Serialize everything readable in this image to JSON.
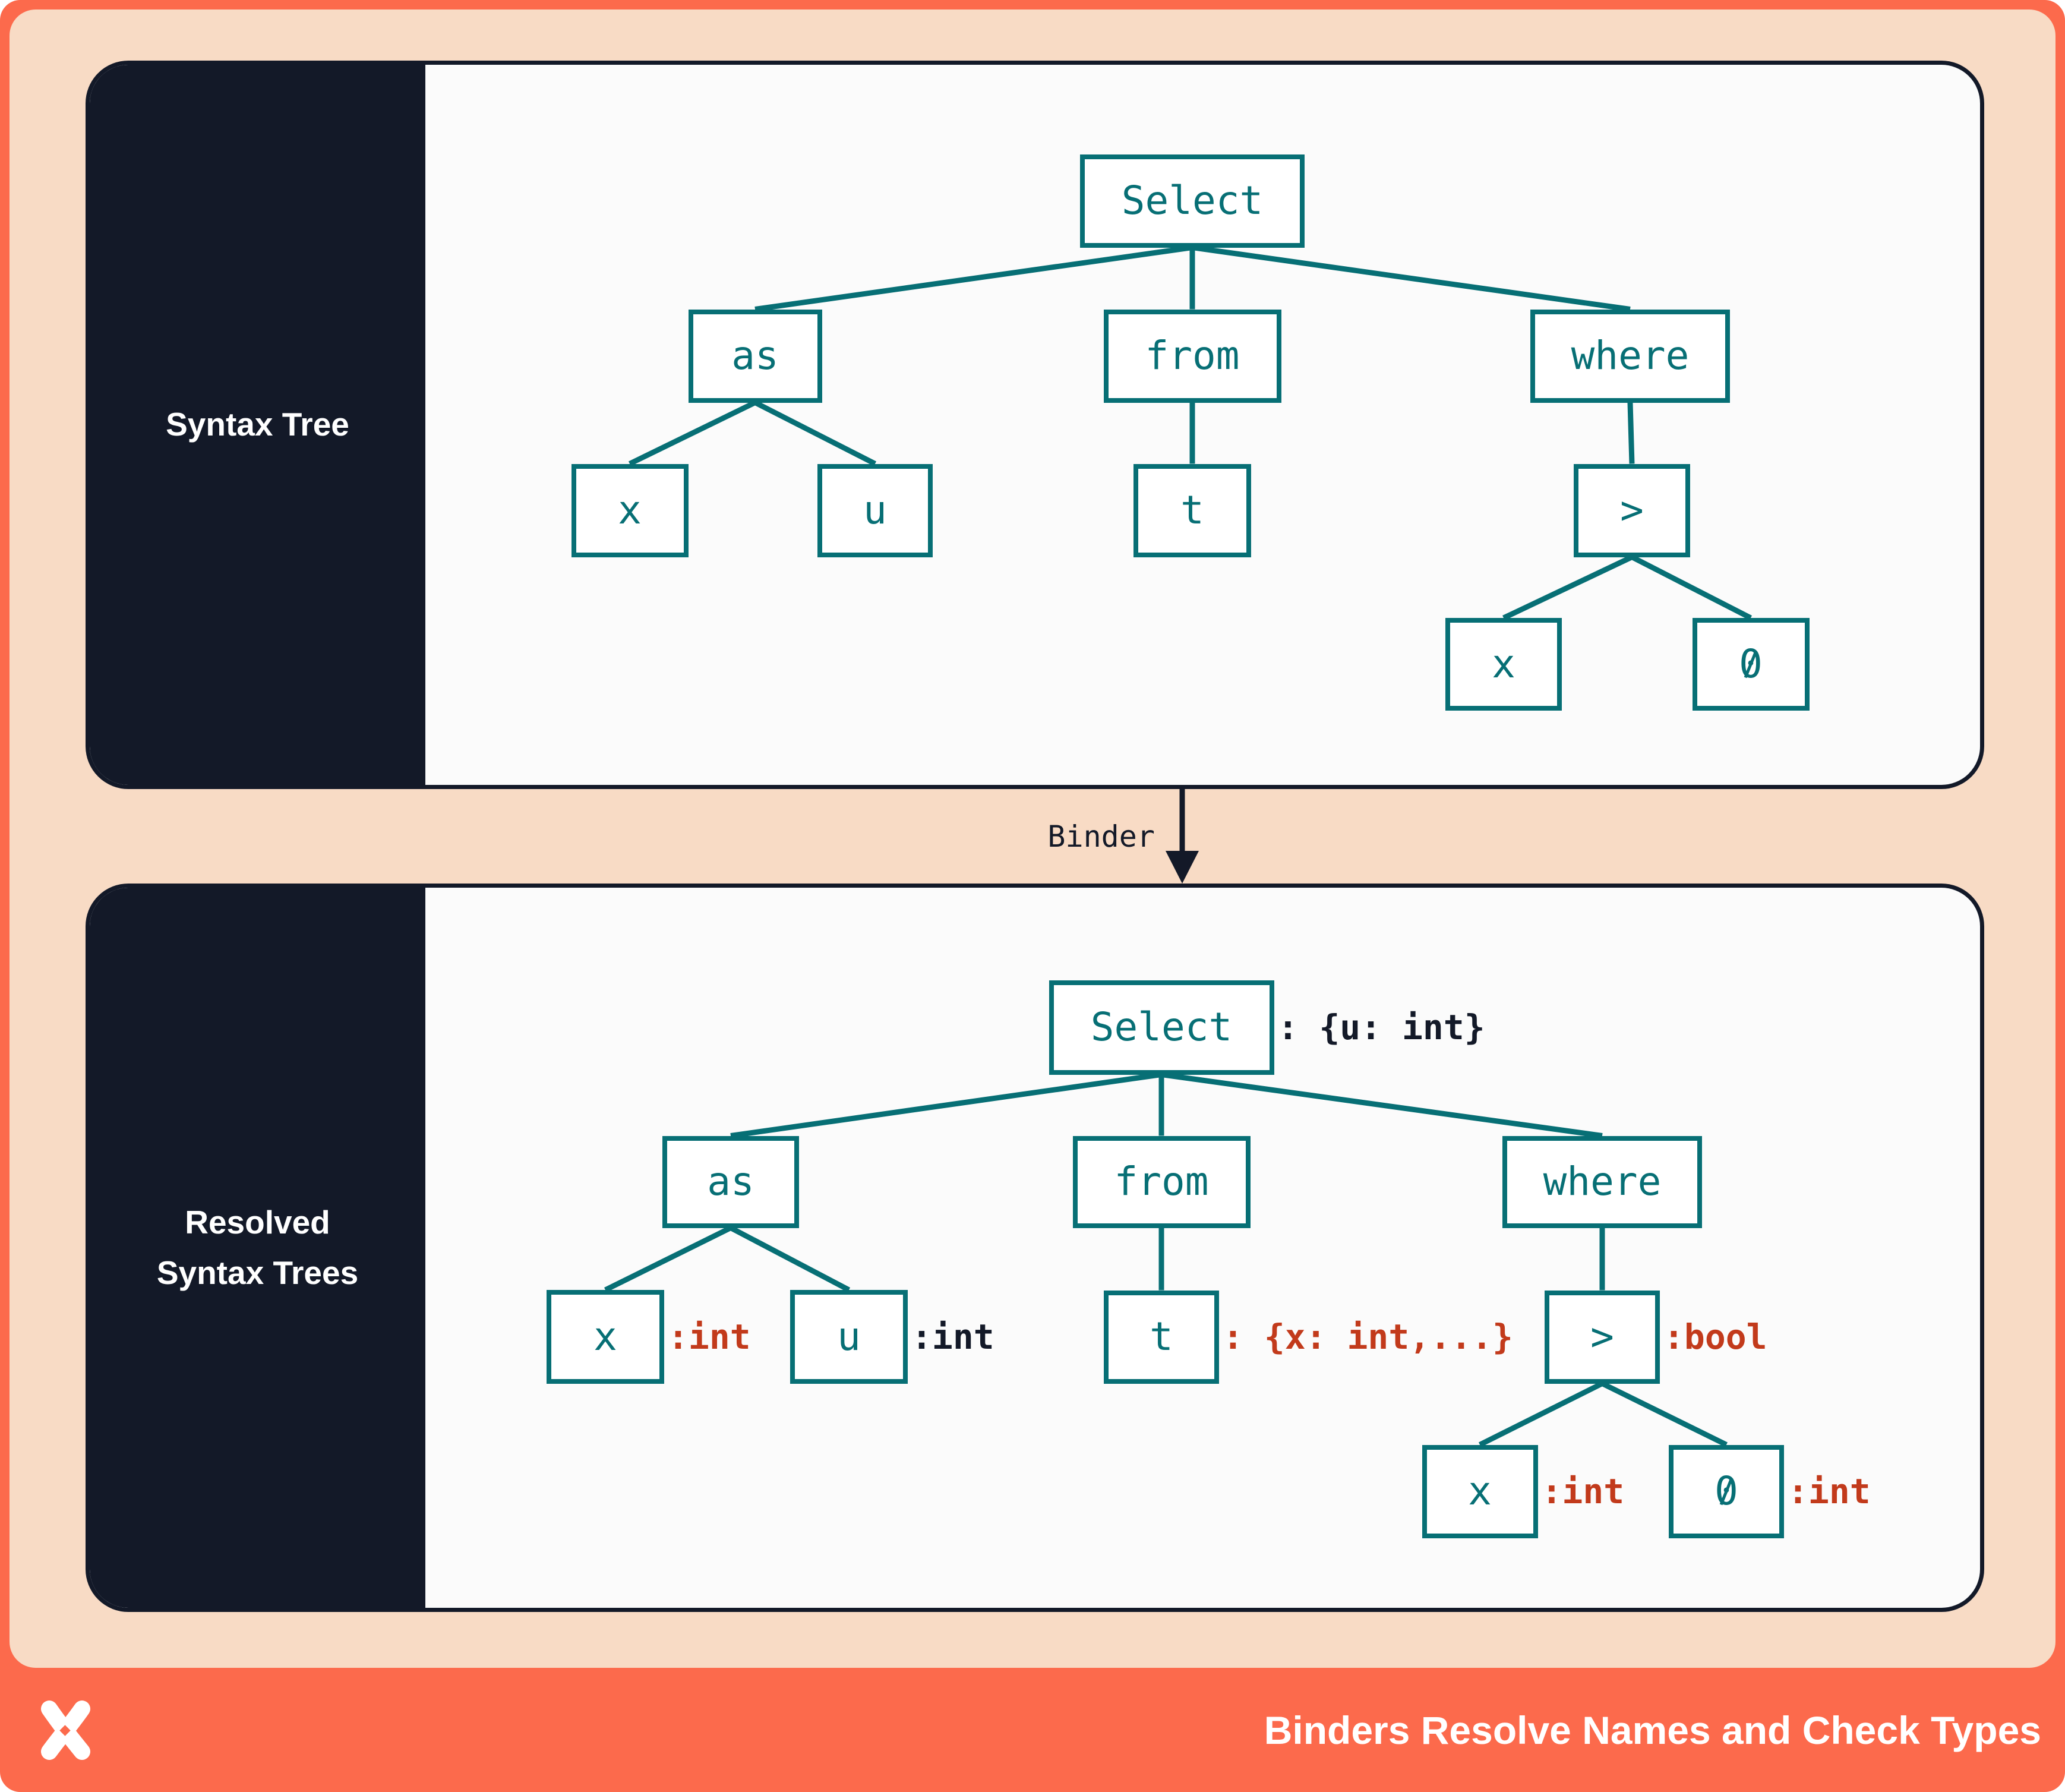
{
  "colors": {
    "orange": "#FC6A4C",
    "peach": "#F8DBC5",
    "navy": "#131928",
    "teal": "#076F75",
    "red": "#C23A1B",
    "panel_bg": "#FBFBFB",
    "node_bg": "#FFFFFF",
    "white": "#FFFFFF"
  },
  "top_panel": {
    "label": "Syntax Tree",
    "tree": {
      "nodes": [
        {
          "id": "select",
          "label": "Select"
        },
        {
          "id": "as",
          "label": "as"
        },
        {
          "id": "from",
          "label": "from"
        },
        {
          "id": "where",
          "label": "where"
        },
        {
          "id": "x",
          "label": "x"
        },
        {
          "id": "u",
          "label": "u"
        },
        {
          "id": "t",
          "label": "t"
        },
        {
          "id": "gt",
          "label": ">"
        },
        {
          "id": "x2",
          "label": "x"
        },
        {
          "id": "zero",
          "label": "0"
        }
      ],
      "edges": [
        [
          "select",
          "as"
        ],
        [
          "select",
          "from"
        ],
        [
          "select",
          "where"
        ],
        [
          "as",
          "x"
        ],
        [
          "as",
          "u"
        ],
        [
          "from",
          "t"
        ],
        [
          "where",
          "gt"
        ],
        [
          "gt",
          "x2"
        ],
        [
          "gt",
          "zero"
        ]
      ]
    }
  },
  "binder": {
    "label": "Binder"
  },
  "bottom_panel": {
    "label_line1": "Resolved",
    "label_line2": "Syntax Trees",
    "tree": {
      "nodes": [
        {
          "id": "select",
          "label": "Select",
          "annotation": ": {u: int}",
          "annotation_color": "navy"
        },
        {
          "id": "as",
          "label": "as"
        },
        {
          "id": "from",
          "label": "from"
        },
        {
          "id": "where",
          "label": "where"
        },
        {
          "id": "x",
          "label": "x",
          "annotation": ":int",
          "annotation_color": "red"
        },
        {
          "id": "u",
          "label": "u",
          "annotation": ":int",
          "annotation_color": "navy"
        },
        {
          "id": "t",
          "label": "t",
          "annotation": ": {x: int,...}",
          "annotation_color": "red"
        },
        {
          "id": "gt",
          "label": ">",
          "annotation": ":bool",
          "annotation_color": "red"
        },
        {
          "id": "x2",
          "label": "x",
          "annotation": ":int",
          "annotation_color": "red"
        },
        {
          "id": "zero",
          "label": "0",
          "annotation": ":int",
          "annotation_color": "red"
        }
      ],
      "edges": [
        [
          "select",
          "as"
        ],
        [
          "select",
          "from"
        ],
        [
          "select",
          "where"
        ],
        [
          "as",
          "x"
        ],
        [
          "as",
          "u"
        ],
        [
          "from",
          "t"
        ],
        [
          "where",
          "gt"
        ],
        [
          "gt",
          "x2"
        ],
        [
          "gt",
          "zero"
        ]
      ]
    }
  },
  "footer": {
    "title": "Binders Resolve Names and Check Types",
    "logo": "x-logo"
  }
}
